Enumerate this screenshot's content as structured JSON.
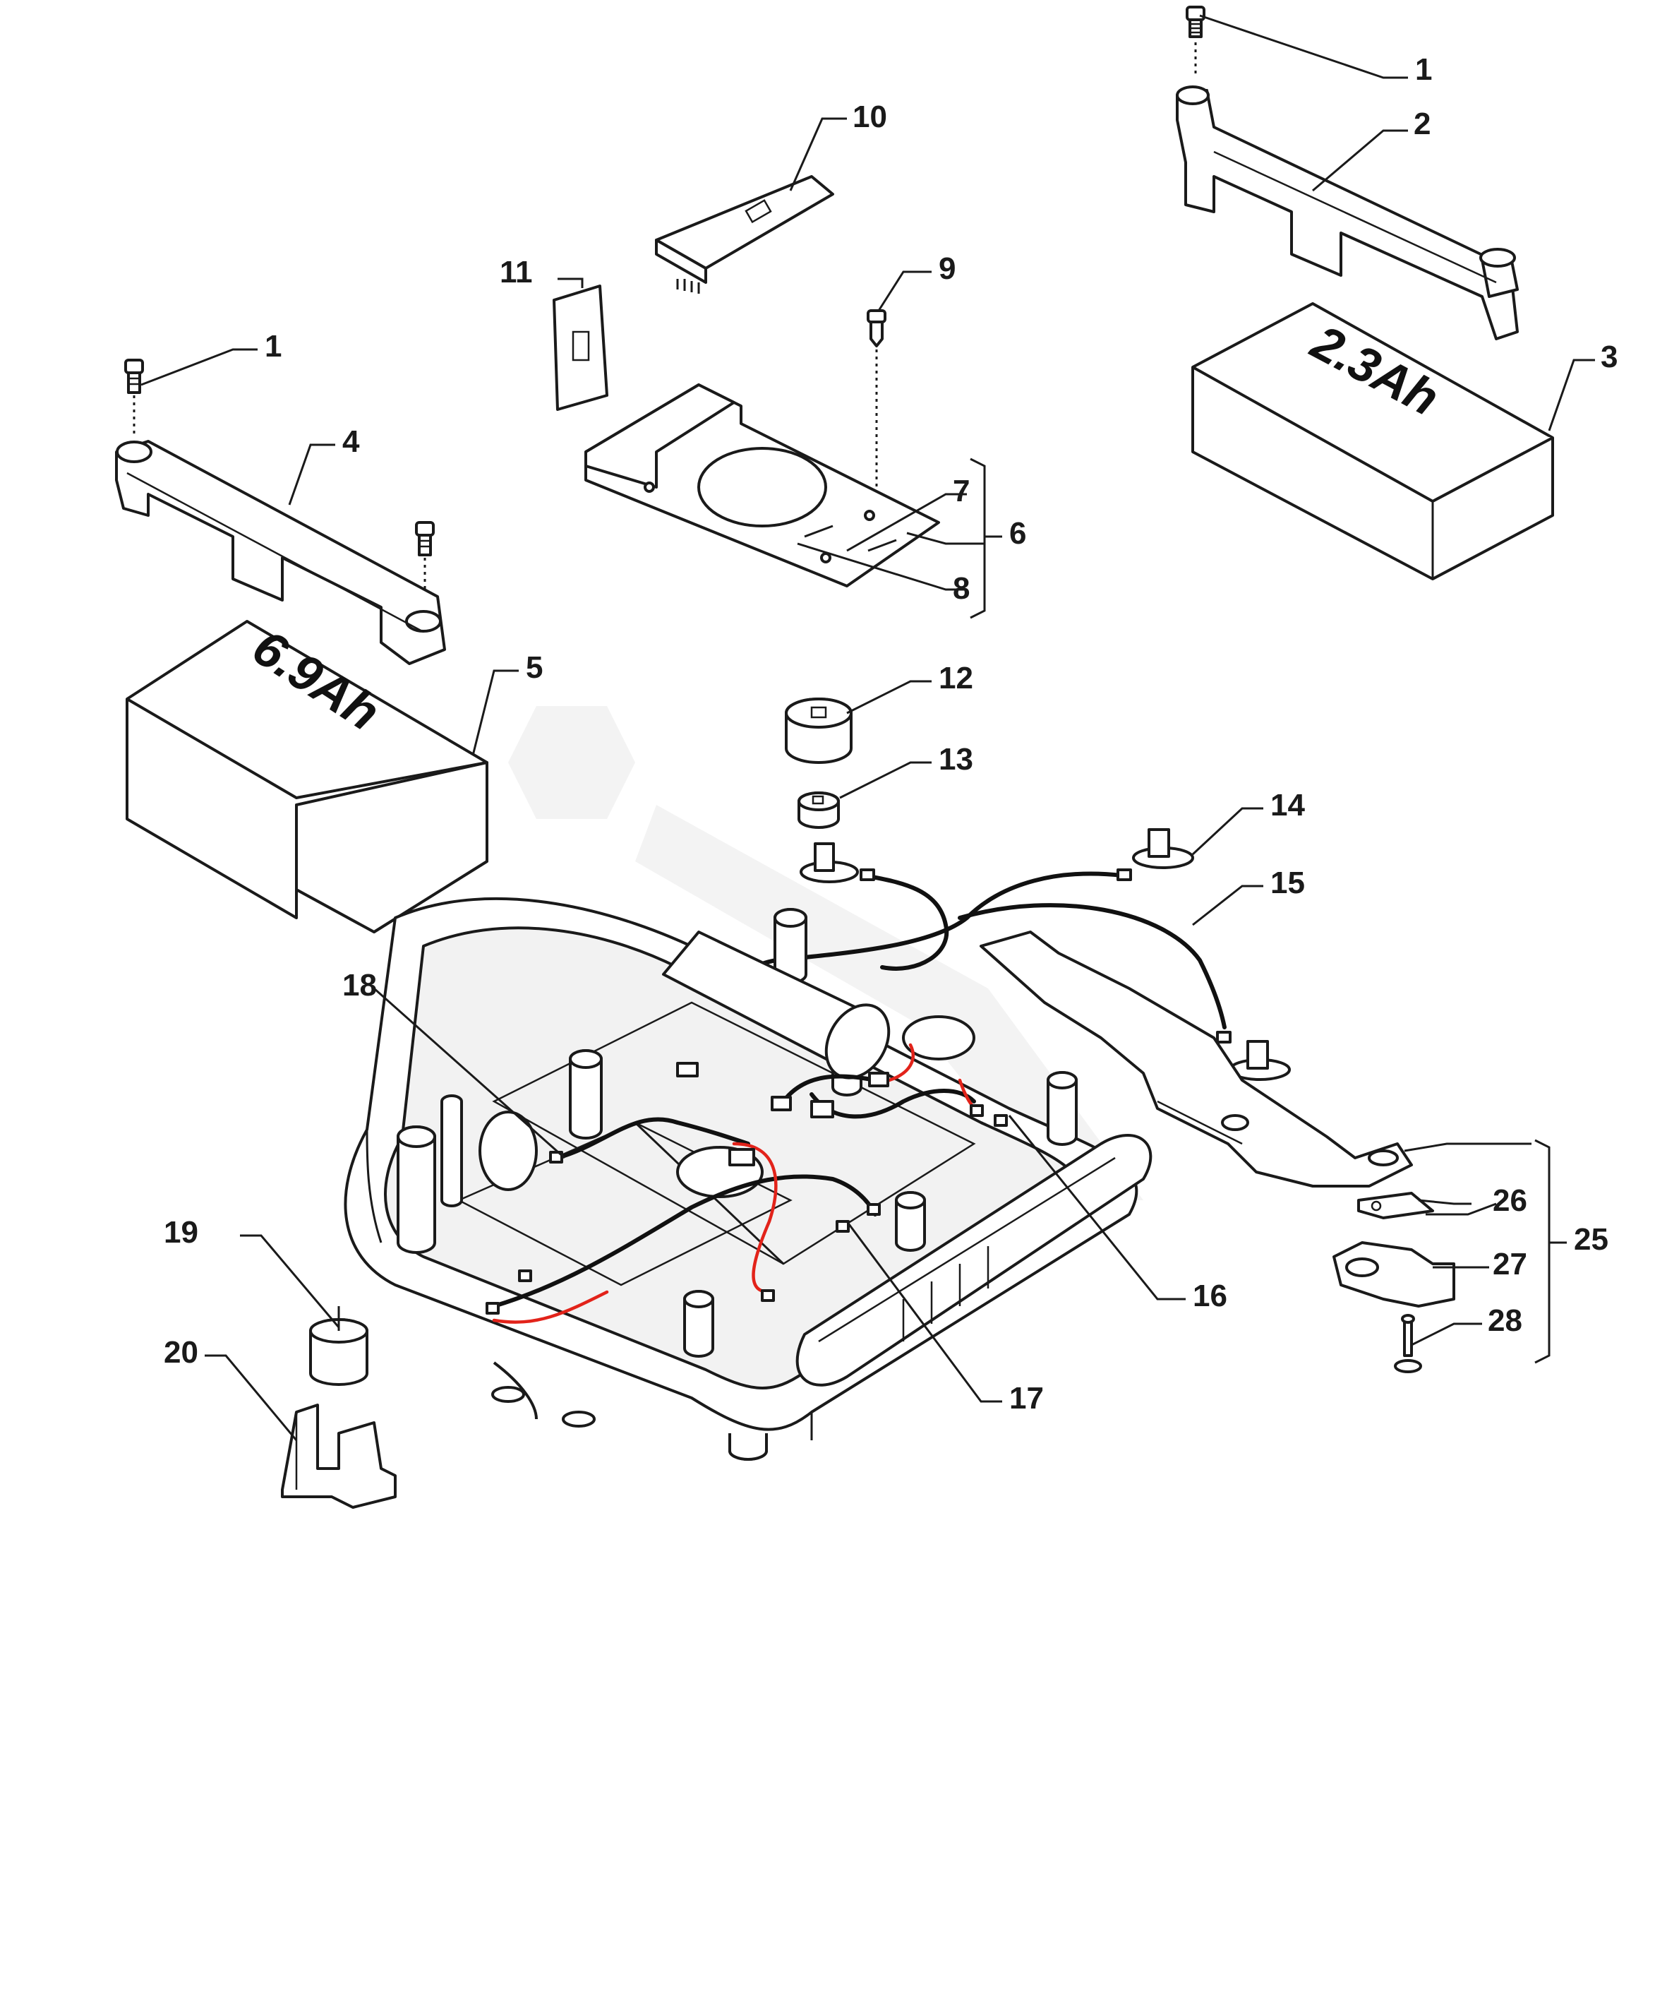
{
  "diagram": {
    "callouts": {
      "c1a": "1",
      "c1b": "1",
      "c2": "2",
      "c3": "3",
      "c4": "4",
      "c5": "5",
      "c6": "6",
      "c7": "7",
      "c8": "8",
      "c9": "9",
      "c10": "10",
      "c11": "11",
      "c12": "12",
      "c13": "13",
      "c14": "14",
      "c15": "15",
      "c16": "16",
      "c17": "17",
      "c18": "18",
      "c19": "19",
      "c20": "20",
      "c25": "25",
      "c26": "26",
      "c27": "27",
      "c28": "28"
    },
    "battery_small_label": "2.3Ah",
    "battery_large_label": "6.9Ah"
  },
  "colors": {
    "line": "#1a1a1a",
    "wire": "#111111",
    "wire_red": "#e2231a",
    "background": "#ffffff"
  }
}
